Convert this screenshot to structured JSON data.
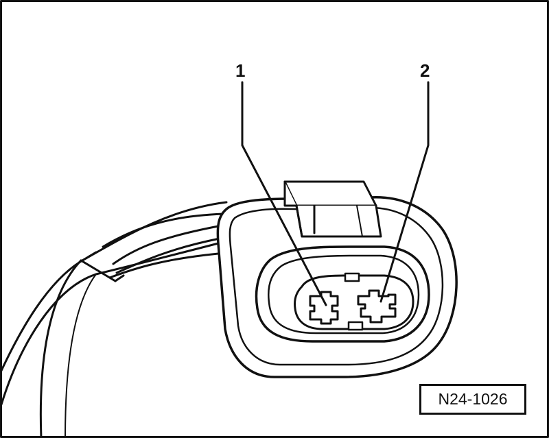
{
  "callouts": [
    {
      "label": "1"
    },
    {
      "label": "2"
    }
  ],
  "figure_ref": "N24-1026",
  "colors": {
    "ink": "#111111",
    "background": "#ffffff"
  }
}
